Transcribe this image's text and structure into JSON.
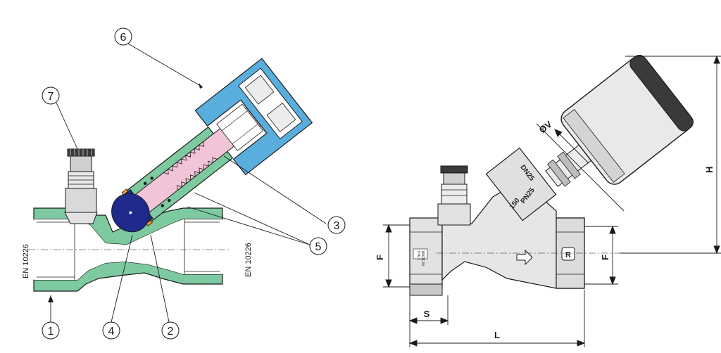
{
  "callouts": [
    "1",
    "2",
    "3",
    "4",
    "5",
    "6",
    "7"
  ],
  "standard_label": "EN 10226",
  "dimensions": {
    "F": "F",
    "S": "S",
    "L": "L",
    "H": "H",
    "diameter": "ØV"
  },
  "body_markings": {
    "dn": "DN25",
    "pn": "PN25",
    "temp": "150",
    "made_in": "MADE IN",
    "italy": "ITALY"
  },
  "colors": {
    "section_green": "#7dc9a0",
    "stem_pink": "#f2c4d8",
    "handwheel_blue": "#5aaede",
    "disc_navy": "#1f2a8c",
    "seal_orange": "#f39a2b",
    "metal_grey": "#d9d9d9",
    "outline": "#1a1a1a"
  }
}
